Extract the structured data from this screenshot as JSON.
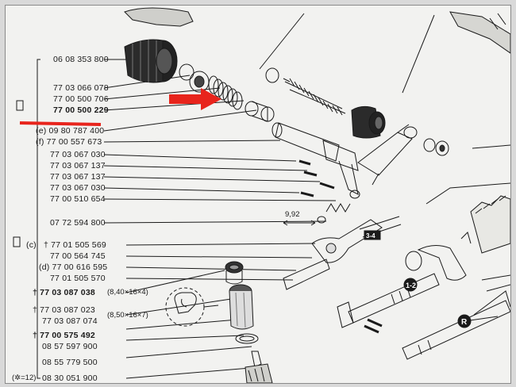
{
  "parts": [
    {
      "id": "p1",
      "text": "06 08 353 800",
      "bold": false
    },
    {
      "id": "p2",
      "text": "77 03 066 078",
      "bold": false
    },
    {
      "id": "p3",
      "text": "77 00 500 706",
      "bold": false
    },
    {
      "id": "p4",
      "text": "77 00 500 229",
      "bold": true
    },
    {
      "id": "p5",
      "text": "(e) 09 80 787 400",
      "bold": false
    },
    {
      "id": "p6",
      "text": "(f) 77 00 557 673",
      "bold": false
    },
    {
      "id": "p7",
      "text": "77 03 067 030",
      "bold": false
    },
    {
      "id": "p8",
      "text": "77 03 067 137",
      "bold": false
    },
    {
      "id": "p9",
      "text": "77 03 067 137",
      "bold": false
    },
    {
      "id": "p10",
      "text": "77 03 067 030",
      "bold": false
    },
    {
      "id": "p11",
      "text": "77 00 510 654",
      "bold": false
    },
    {
      "id": "p12",
      "text": "07 72 594 800",
      "bold": false
    },
    {
      "id": "p13",
      "text": "† 77 01 505 569",
      "bold": false
    },
    {
      "id": "p14",
      "text": "77 00 564 745",
      "bold": false
    },
    {
      "id": "p15",
      "text": "(d) 77 00 616 595",
      "bold": false
    },
    {
      "id": "p16",
      "text": "77 01 505 570",
      "bold": false
    },
    {
      "id": "p17",
      "text": "† 77 03 087 038",
      "bold": true
    },
    {
      "id": "p18",
      "text": "† 77 03 087 023",
      "bold": false
    },
    {
      "id": "p19",
      "text": "77 03 087 074",
      "bold": false
    },
    {
      "id": "p20",
      "text": "† 77 00 575 492",
      "bold": true
    },
    {
      "id": "p21",
      "text": "08 57 597 900",
      "bold": false
    },
    {
      "id": "p22",
      "text": "08 55 779 500",
      "bold": false
    },
    {
      "id": "p23",
      "text": "08 30 051 900",
      "bold": false
    }
  ],
  "group_c_label": "(c)",
  "dimensions": {
    "d1": "(8,40×16×4)",
    "d2": "(8,50×16×7)",
    "d3": "9,92",
    "d4": "(✲=12)"
  },
  "callouts": {
    "c1": "1-2",
    "c2": "R",
    "c3": "3-4"
  },
  "colors": {
    "highlight": "#e8241c",
    "ink": "#1a1a1a",
    "paper": "#f2f2f0"
  }
}
